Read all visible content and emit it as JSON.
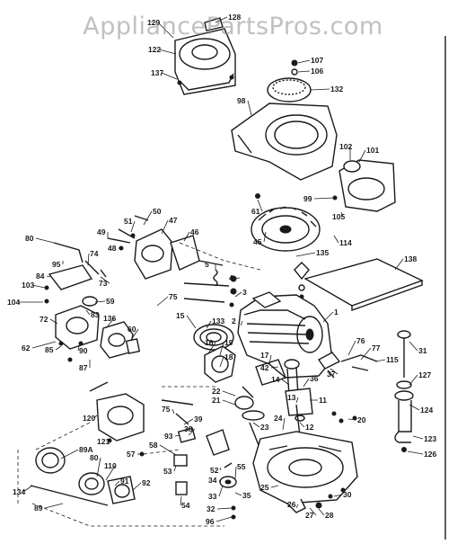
{
  "watermark": "AppliancePartsPros.com",
  "parts": [
    {
      "id": "p129",
      "label": "129"
    },
    {
      "id": "p128",
      "label": "128"
    },
    {
      "id": "p122",
      "label": "122"
    },
    {
      "id": "p137",
      "label": "137"
    },
    {
      "id": "p107",
      "label": "107"
    },
    {
      "id": "p106",
      "label": "106"
    },
    {
      "id": "p132",
      "label": "132"
    },
    {
      "id": "p98",
      "label": "98"
    },
    {
      "id": "p102",
      "label": "102"
    },
    {
      "id": "p101",
      "label": "101"
    },
    {
      "id": "p99",
      "label": "99"
    },
    {
      "id": "p61",
      "label": "61"
    },
    {
      "id": "p105",
      "label": "105"
    },
    {
      "id": "p114",
      "label": "114"
    },
    {
      "id": "p50",
      "label": "50"
    },
    {
      "id": "p51",
      "label": "51"
    },
    {
      "id": "p47",
      "label": "47"
    },
    {
      "id": "p49",
      "label": "49"
    },
    {
      "id": "p48",
      "label": "48"
    },
    {
      "id": "p46",
      "label": "46"
    },
    {
      "id": "p45",
      "label": "45"
    },
    {
      "id": "p80",
      "label": "80"
    },
    {
      "id": "p95",
      "label": "95"
    },
    {
      "id": "p84",
      "label": "84"
    },
    {
      "id": "p74",
      "label": "74"
    },
    {
      "id": "p73",
      "label": "73"
    },
    {
      "id": "p103",
      "label": "103"
    },
    {
      "id": "p104",
      "label": "104"
    },
    {
      "id": "p59",
      "label": "59"
    },
    {
      "id": "p83",
      "label": "83"
    },
    {
      "id": "p72",
      "label": "72"
    },
    {
      "id": "p75",
      "label": "75"
    },
    {
      "id": "p5",
      "label": "5"
    },
    {
      "id": "p4",
      "label": "4"
    },
    {
      "id": "p3",
      "label": "3"
    },
    {
      "id": "p135",
      "label": "135"
    },
    {
      "id": "p138",
      "label": "138"
    },
    {
      "id": "p136",
      "label": "136"
    },
    {
      "id": "p60",
      "label": "60"
    },
    {
      "id": "p62",
      "label": "62"
    },
    {
      "id": "p85",
      "label": "85"
    },
    {
      "id": "p90",
      "label": "90"
    },
    {
      "id": "p87",
      "label": "87"
    },
    {
      "id": "p15",
      "label": "15"
    },
    {
      "id": "p133",
      "label": "133"
    },
    {
      "id": "p2",
      "label": "2"
    },
    {
      "id": "p1",
      "label": "1"
    },
    {
      "id": "p16",
      "label": "16"
    },
    {
      "id": "p19",
      "label": "19"
    },
    {
      "id": "p18",
      "label": "18"
    },
    {
      "id": "p17",
      "label": "17"
    },
    {
      "id": "p42",
      "label": "42"
    },
    {
      "id": "p37",
      "label": "37"
    },
    {
      "id": "p76",
      "label": "76"
    },
    {
      "id": "p77",
      "label": "77"
    },
    {
      "id": "p115",
      "label": "115"
    },
    {
      "id": "p31",
      "label": "31"
    },
    {
      "id": "p127",
      "label": "127"
    },
    {
      "id": "p124",
      "label": "124"
    },
    {
      "id": "p36",
      "label": "36"
    },
    {
      "id": "p14",
      "label": "14"
    },
    {
      "id": "p13",
      "label": "13"
    },
    {
      "id": "p11",
      "label": "11"
    },
    {
      "id": "p12",
      "label": "12"
    },
    {
      "id": "p20",
      "label": "20"
    },
    {
      "id": "p22",
      "label": "22"
    },
    {
      "id": "p21",
      "label": "21"
    },
    {
      "id": "p75b",
      "label": "75"
    },
    {
      "id": "p39",
      "label": "39"
    },
    {
      "id": "p93",
      "label": "93"
    },
    {
      "id": "p38",
      "label": "38"
    },
    {
      "id": "p121",
      "label": "121"
    },
    {
      "id": "p120",
      "label": "120"
    },
    {
      "id": "p23",
      "label": "23"
    },
    {
      "id": "p24",
      "label": "24"
    },
    {
      "id": "p58",
      "label": "58"
    },
    {
      "id": "p57",
      "label": "57"
    },
    {
      "id": "p89a",
      "label": "89A"
    },
    {
      "id": "p80b",
      "label": "80"
    },
    {
      "id": "p110",
      "label": "110"
    },
    {
      "id": "p91",
      "label": "91"
    },
    {
      "id": "p92",
      "label": "92"
    },
    {
      "id": "p134",
      "label": "134"
    },
    {
      "id": "p89",
      "label": "89"
    },
    {
      "id": "p53",
      "label": "53"
    },
    {
      "id": "p52",
      "label": "52"
    },
    {
      "id": "p55",
      "label": "55"
    },
    {
      "id": "p34",
      "label": "34"
    },
    {
      "id": "p33",
      "label": "33"
    },
    {
      "id": "p35",
      "label": "35"
    },
    {
      "id": "p54",
      "label": "54"
    },
    {
      "id": "p32",
      "label": "32"
    },
    {
      "id": "p96",
      "label": "96"
    },
    {
      "id": "p25",
      "label": "25"
    },
    {
      "id": "p26",
      "label": "26"
    },
    {
      "id": "p27",
      "label": "27"
    },
    {
      "id": "p28",
      "label": "28"
    },
    {
      "id": "p30",
      "label": "30"
    },
    {
      "id": "p123",
      "label": "123"
    },
    {
      "id": "p126",
      "label": "126"
    }
  ]
}
